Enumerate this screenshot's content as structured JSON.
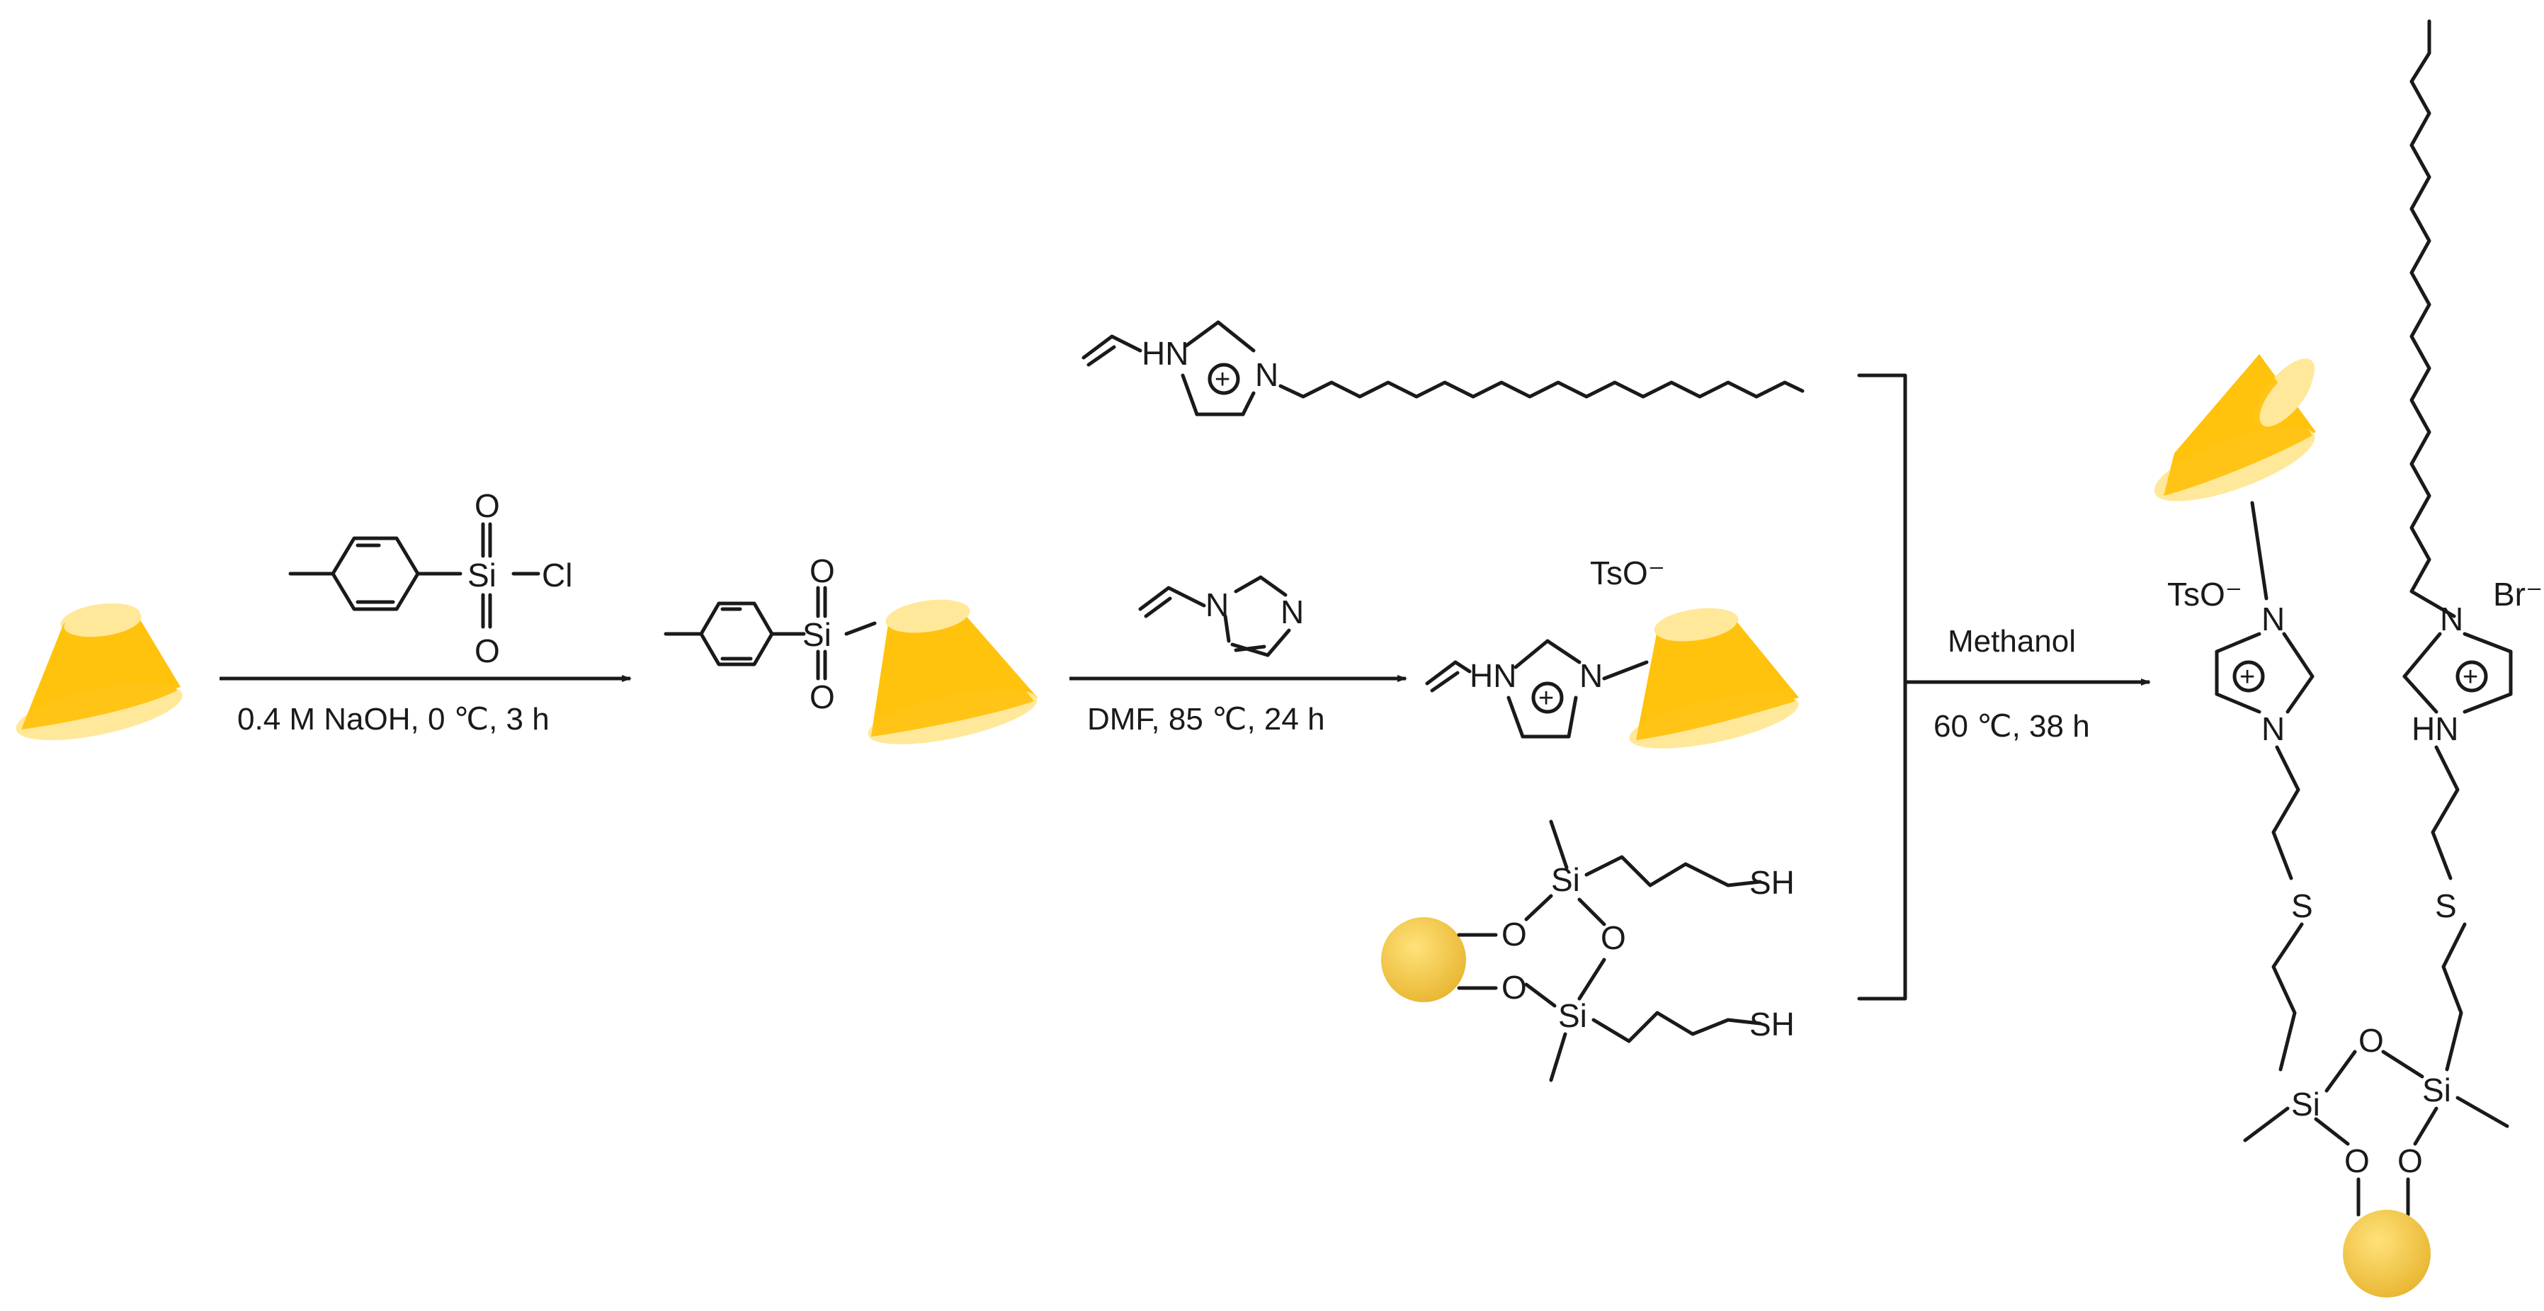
{
  "colors": {
    "cyclodextrin": "#FFC20E",
    "cyclodextrin_highlight": "#FFE89A",
    "silica": "#FFD35A",
    "ink": "#1a1a1a"
  },
  "step1": {
    "reagent_atoms": [
      "O",
      "O",
      "Si",
      "Cl"
    ],
    "conditions": "0.4 M NaOH, 0 ℃, 3 h"
  },
  "intermediate1": {
    "atoms": [
      "O",
      "O",
      "Si"
    ]
  },
  "step2": {
    "reagent_atoms": [
      "N",
      "N"
    ],
    "conditions": "DMF, 85 ℃, 24 h"
  },
  "intermediate2": {
    "counterion": "TsO⁻",
    "atoms": [
      "HN",
      "N"
    ],
    "charge": "+"
  },
  "reactant_top": {
    "atoms": [
      "HN",
      "N"
    ],
    "charge": "+"
  },
  "reactant_bottom": {
    "atoms": [
      "Si",
      "Si",
      "O",
      "O",
      "O",
      "O"
    ],
    "thiol_labels": [
      "SH",
      "SH"
    ]
  },
  "step3": {
    "reagent": "Methanol",
    "conditions": "60 ℃, 38 h"
  },
  "product": {
    "left_counterion": "TsO⁻",
    "right_counterion": "Br⁻",
    "left_atoms": [
      "N",
      "N",
      "S"
    ],
    "right_atoms": [
      "N",
      "HN",
      "S"
    ],
    "charges": [
      "+",
      "+"
    ],
    "siloxane_atoms": [
      "Si",
      "Si",
      "O",
      "O",
      "O"
    ]
  }
}
